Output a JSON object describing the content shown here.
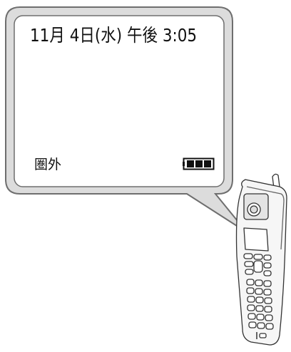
{
  "screen": {
    "clock_line": "11月 4日(水) 午後 3:05",
    "signal_status": "圏外",
    "battery": {
      "icon": "battery-full-icon",
      "level": 1.0,
      "bars": 3
    }
  },
  "device": {
    "icon": "cordless-phone-handset"
  }
}
